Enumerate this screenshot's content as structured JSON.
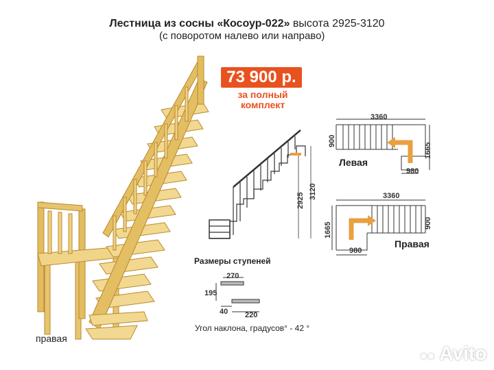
{
  "header": {
    "title_main": "Лестница из сосны «Косоур-022»",
    "title_height": "высота 2925-3120",
    "subtitle": "(с поворотом налево или направо)"
  },
  "price": {
    "amount": "73 900 р.",
    "note": "за полный комплект",
    "accent_color": "#e8521f"
  },
  "side_view": {
    "height_low": "2925",
    "height_high": "3120"
  },
  "plan_left": {
    "label": "Левая",
    "length": "3360",
    "width": "900",
    "depth": "1665",
    "landing": "980"
  },
  "plan_right": {
    "label": "Правая",
    "length": "3360",
    "width": "900",
    "depth": "1665",
    "landing": "980"
  },
  "steps": {
    "heading": "Размеры ступеней",
    "tread": "270",
    "rise": "195",
    "nosing": "40",
    "depth": "220",
    "angle_text": "Угол наклона, градусов° - 42 °"
  },
  "photo": {
    "caption": "правая"
  },
  "watermark": {
    "text": "Avito"
  }
}
